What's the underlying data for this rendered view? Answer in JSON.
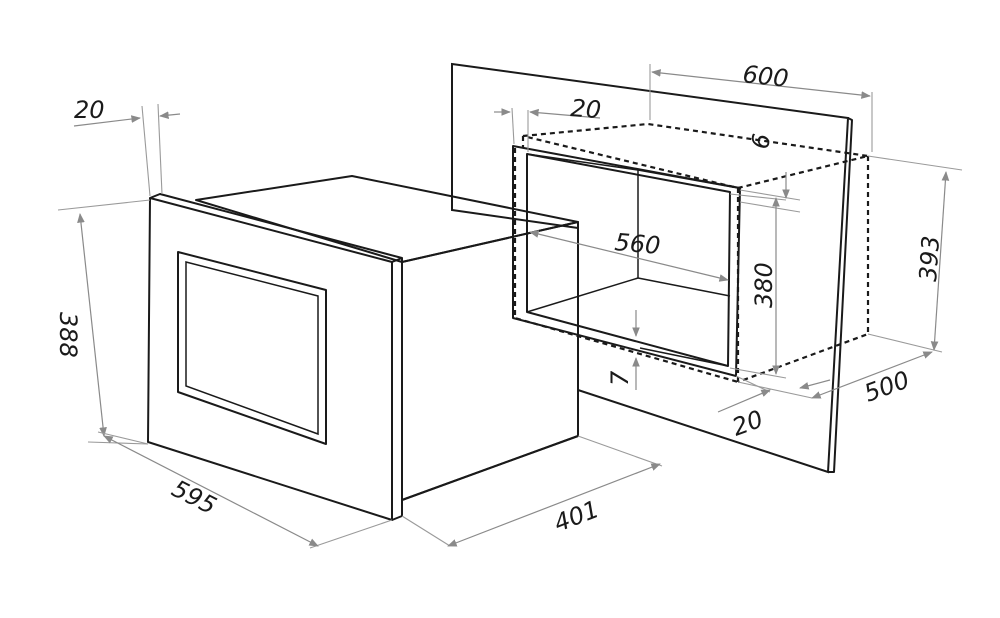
{
  "dimensions": {
    "frame_width": "20",
    "height": "388",
    "width": "595",
    "depth": "401",
    "niche_width": "600",
    "niche_frame": "20",
    "niche_gap": "6",
    "niche_inner_width": "560",
    "niche_inner_height": "380",
    "niche_height": "393",
    "niche_depth": "500",
    "niche_bottom_offset": "20",
    "bottom_gap": "7"
  },
  "colors": {
    "line": "#1a1a1a",
    "dimension": "#8a8a8a"
  }
}
